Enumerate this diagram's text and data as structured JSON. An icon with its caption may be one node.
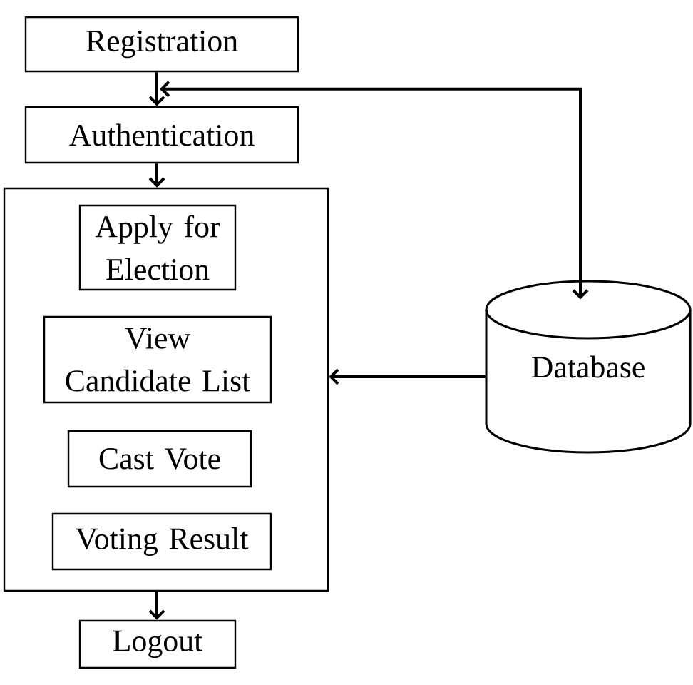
{
  "diagram": {
    "nodes": [
      {
        "text": [
          "Registration"
        ]
      },
      {
        "text": [
          "Authentication"
        ]
      },
      {
        "text": [],
        "shape": "box"
      },
      {
        "text": [
          "Apply for Election"
        ],
        "in": 2
      },
      {
        "text": [
          "View Candidate List"
        ],
        "in": 2
      },
      {
        "text": [
          "Cast Vote"
        ],
        "in": 2
      },
      {
        "text": [
          "Voting Result"
        ],
        "in": 2
      },
      {
        "text": [
          "Database"
        ]
      },
      {
        "text": [
          "Logout"
        ]
      }
    ],
    "edges": [
      {
        "from": 0,
        "to": 1,
        "arrow": "to"
      },
      {
        "from": 1,
        "to": 2,
        "arrow": "to"
      },
      {
        "from": 7,
        "to": 1,
        "arrow": "both"
      },
      {
        "from": 7,
        "to": 2,
        "arrow": "to"
      },
      {
        "from": 2,
        "to": 8,
        "arrow": "to"
      }
    ]
  }
}
